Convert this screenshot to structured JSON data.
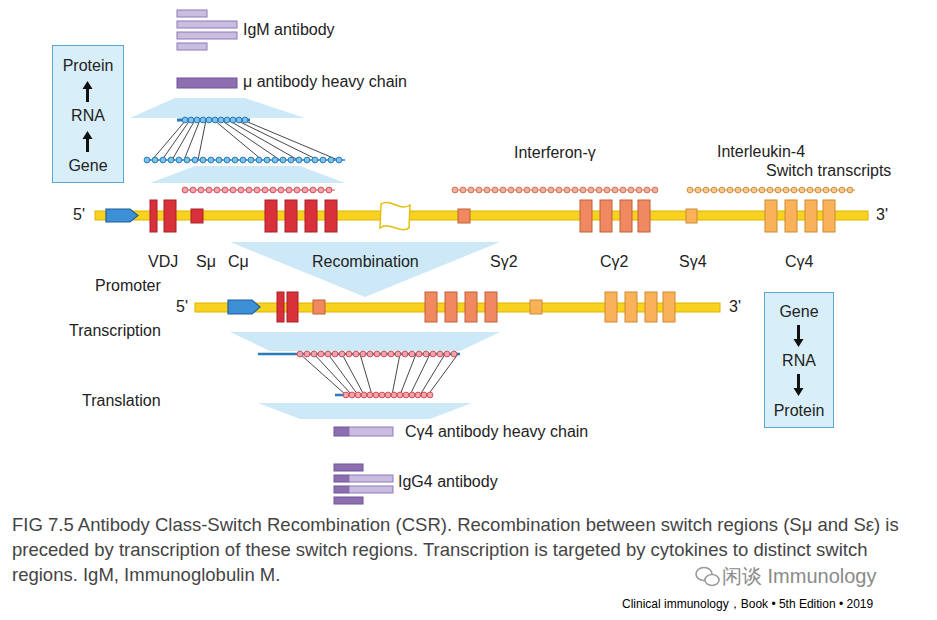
{
  "diagram": {
    "caption": "FIG 7.5 Antibody Class-Switch Recombination (CSR). Recombination between switch regions (Sμ and Sε) is preceded by transcription of these switch regions. Transcription is targeted by cytokines to distinct switch regions. IgM, Immunoglobulin M.",
    "nodes": [
      {
        "text": [
          "Protein",
          "RNA",
          "Gene"
        ]
      },
      {
        "text": [
          "Gene",
          "RNA",
          "Protein"
        ]
      }
    ],
    "edges": [],
    "labels": [
      "IgM antibody",
      "μ antibody heavy chain",
      "Interferon-γ",
      "Interleukin-4",
      "Switch transcripts",
      "5'",
      "3'",
      "VDJ",
      "Sμ",
      "Cμ",
      "Recombination",
      "Sγ2",
      "Cγ2",
      "Sγ4",
      "Cγ4",
      "Promoter",
      "5'",
      "3'",
      "Transcription",
      "Translation",
      "Cγ4 antibody heavy chain",
      "IgG4 antibody",
      "闲谈 Immunology",
      "Clinical immunology，Book • 5th Edition • 2019"
    ]
  }
}
